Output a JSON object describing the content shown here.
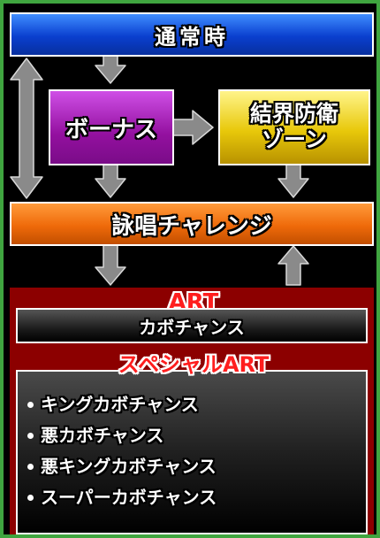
{
  "boxes": {
    "normal": "通常時",
    "bonus": "ボーナス",
    "barrier_line1": "結界防衛",
    "barrier_line2": "ゾーン",
    "chant": "詠唱チャレンジ",
    "art_title": "ART",
    "art": "カボチャンス",
    "special_title": "スペシャルART"
  },
  "special_list": [
    "キングカボチャンス",
    "悪カボチャンス",
    "悪キングカボチャンス",
    "スーパーカボチャンス"
  ],
  "colors": {
    "frame_border": "#3fa53f",
    "normal_box": "#0a3fcf",
    "bonus_box": "#93109f",
    "barrier_box": "#e8c80a",
    "chant_box": "#ef6a0a",
    "art_panel": "#8c0000",
    "title_red": "#ff1e1e",
    "arrow": "#8a8a8a"
  }
}
